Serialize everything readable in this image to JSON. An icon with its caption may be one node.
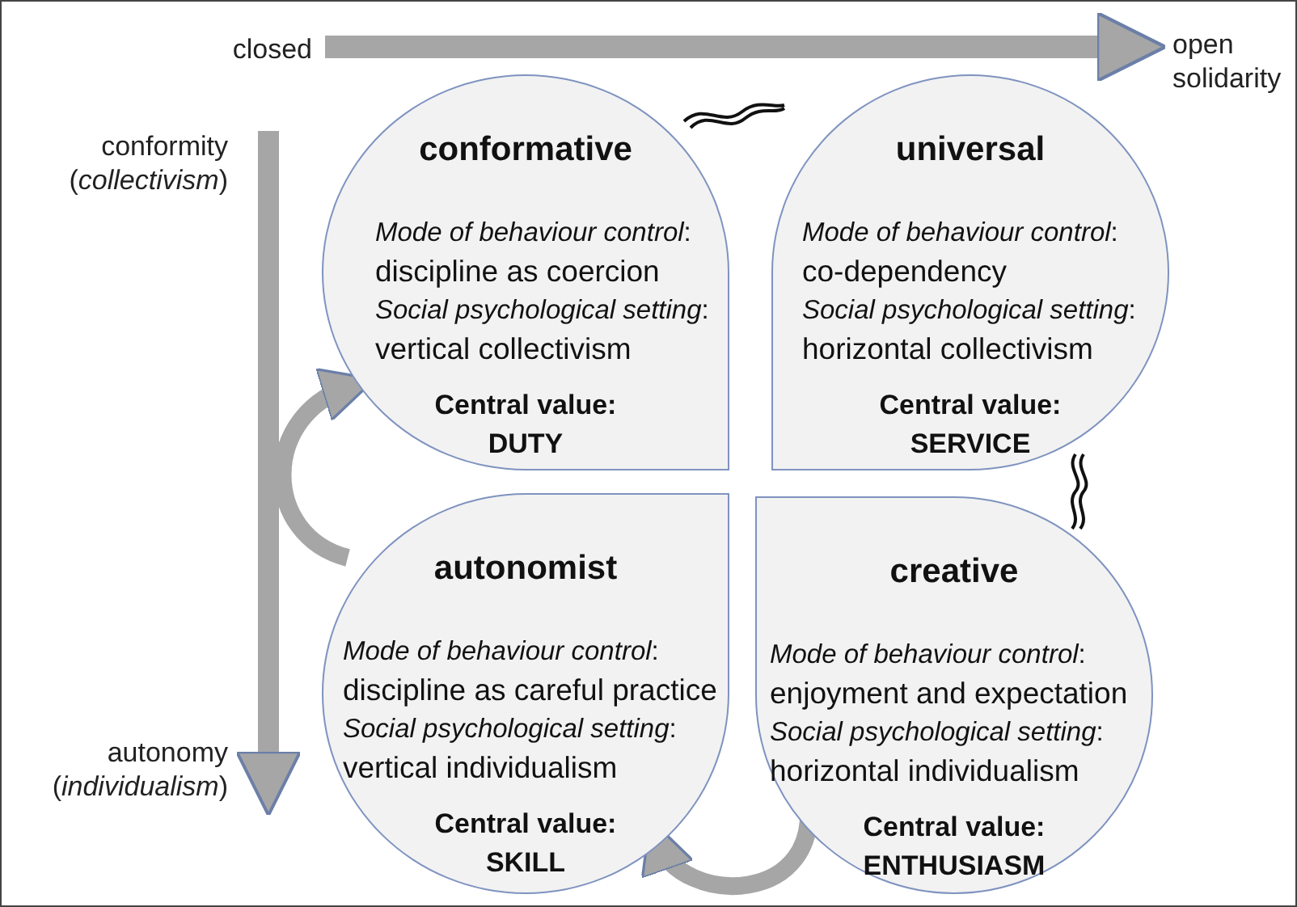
{
  "diagram": {
    "nodes": [
      {
        "text": [
          "conformative",
          "*Mode of behaviour control*:",
          "discipline as coercion",
          "*Social psychological setting*:",
          "vertical collectivism",
          "Central value:",
          "DUTY"
        ]
      },
      {
        "text": [
          "universal",
          "*Mode of behaviour control*:",
          "co-dependency",
          "*Social psychological setting*:",
          "horizontal collectivism",
          "Central value:",
          "SERVICE"
        ]
      },
      {
        "text": [
          "autonomist",
          "*Mode of behaviour control*:",
          "discipline as careful practice",
          "*Social psychological setting*:",
          "vertical individualism",
          "Central value:",
          "SKILL"
        ]
      },
      {
        "text": [
          "creative",
          "*Mode of behaviour control*:",
          "enjoyment and expectation",
          "*Social psychological setting*:",
          "horizontal individualism",
          "Central value:",
          "ENTHUSIASM"
        ]
      },
      {
        "text": [
          "closed"
        ]
      },
      {
        "text": [
          "open solidarity"
        ]
      },
      {
        "text": [
          "conformity (*collectivism*)"
        ]
      },
      {
        "text": [
          "autonomy (*individualism*)"
        ]
      }
    ],
    "edges": [
      {
        "from": 2,
        "to": 0,
        "arrow": "to"
      },
      {
        "from": 3,
        "to": 2,
        "arrow": "to"
      },
      {
        "from": 4,
        "to": 5,
        "arrow": "to"
      },
      {
        "from": 6,
        "to": 7,
        "arrow": "to"
      }
    ]
  }
}
